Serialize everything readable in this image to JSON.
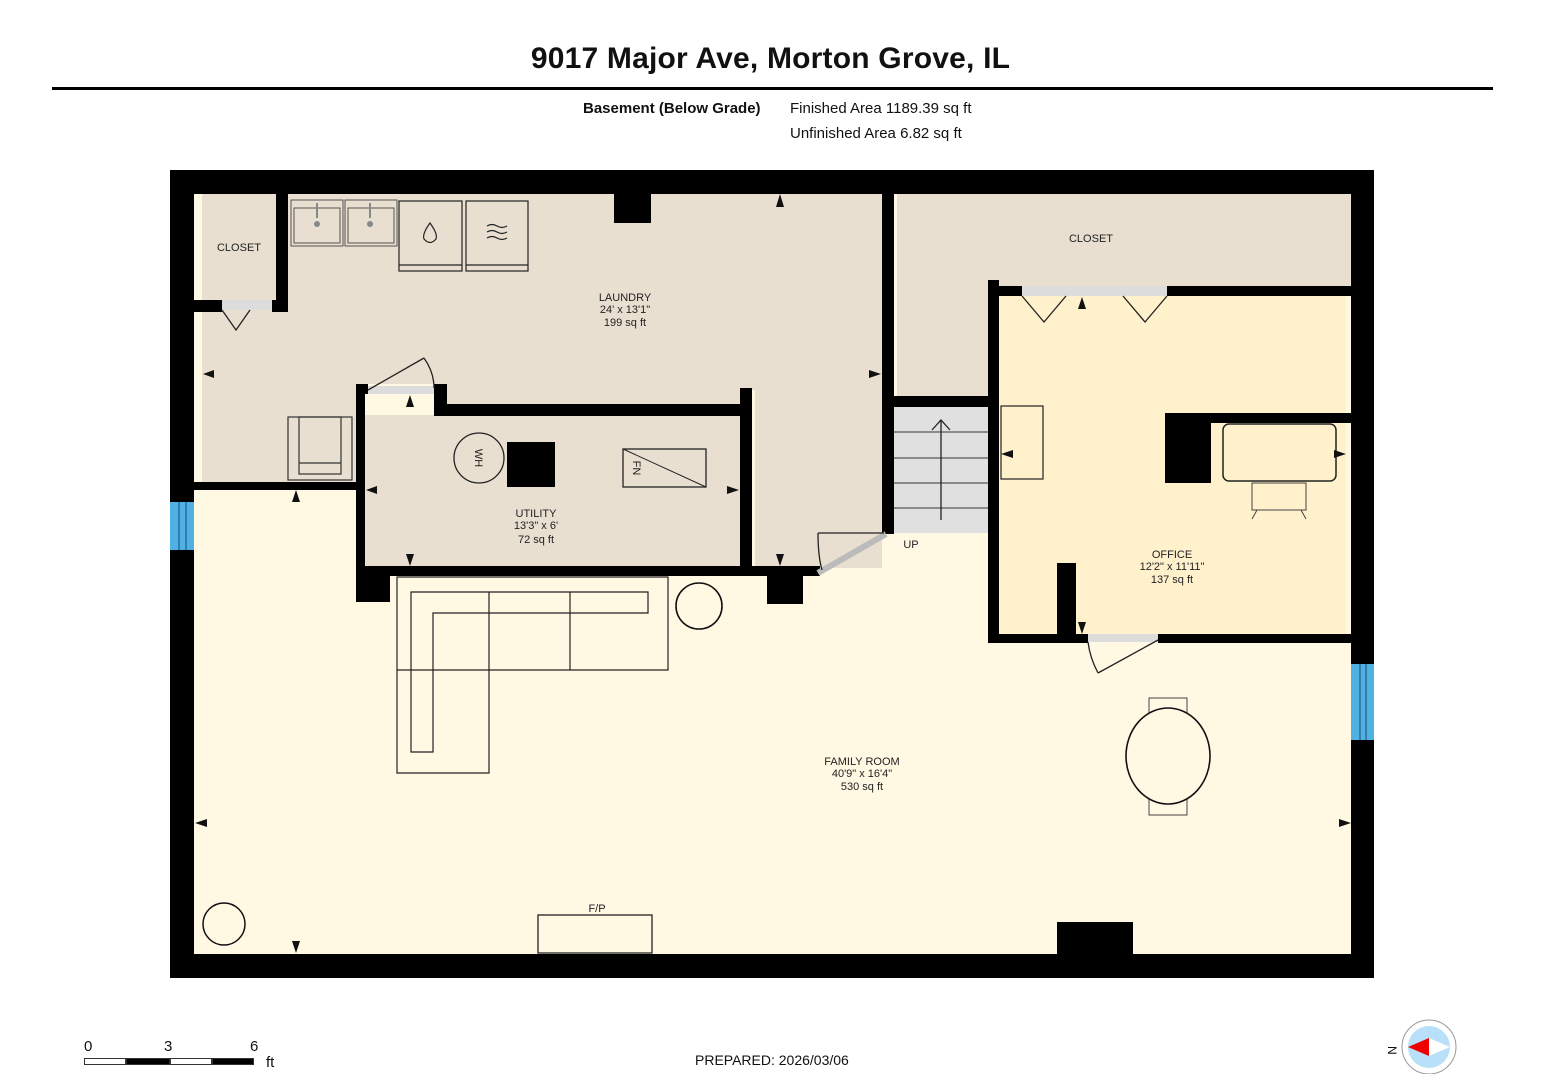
{
  "header": {
    "title": "9017 Major Ave, Morton Grove, IL",
    "level_label": "Basement (Below Grade)",
    "finished_area": "Finished Area 1189.39 sq ft",
    "unfinished_area": "Unfinished Area 6.82 sq ft"
  },
  "colors": {
    "wall": "#000000",
    "unfinished_fill": "#e8dfd0",
    "office_fill": "#fff1cc",
    "family_fill": "#fff8e3",
    "stairs_fill": "#e0e0e0",
    "window": "#4fb0e3",
    "door_opening": "#dcdcdc",
    "compass_fill": "#b8e0f8",
    "compass_needle": "#ee0000"
  },
  "rooms": {
    "closet_left": {
      "name": "CLOSET"
    },
    "laundry": {
      "name": "LAUNDRY",
      "dims": "24' x 13'1\"",
      "area": "199 sq ft"
    },
    "utility": {
      "name": "UTILITY",
      "dims": "13'3\" x 6'",
      "area": "72 sq ft"
    },
    "closet_right": {
      "name": "CLOSET"
    },
    "office": {
      "name": "OFFICE",
      "dims": "12'2\" x 11'11\"",
      "area": "137 sq ft"
    },
    "family_room": {
      "name": "FAMILY ROOM",
      "dims": "40'9\" x 16'4\"",
      "area": "530 sq ft"
    }
  },
  "fixtures": {
    "water_heater": "WH",
    "furnace": "FN",
    "fireplace": "F/P",
    "stairs": "UP"
  },
  "scale_bar": {
    "ticks": [
      "0",
      "3",
      "6"
    ],
    "unit": "ft"
  },
  "footer": {
    "prepared": "PREPARED: 2026/03/06"
  },
  "compass": {
    "label": "N"
  }
}
